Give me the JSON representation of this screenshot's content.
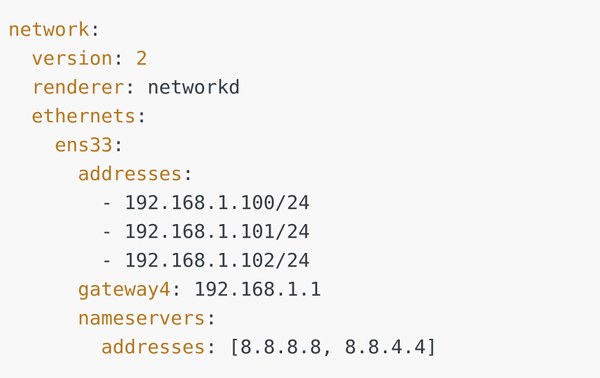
{
  "editor": {
    "language": "yaml",
    "file_kind": "netplan-network-configuration",
    "background_color": "#f8f8f8",
    "key_color": "#b5761f",
    "value_color": "#343a40",
    "number_color": "#b5761f",
    "punctuation_color": "#343a40"
  },
  "document": {
    "lines": [
      {
        "indent": "",
        "tokens": [
          {
            "type": "key",
            "text": "network"
          },
          {
            "type": "punct",
            "text": ":"
          }
        ]
      },
      {
        "indent": "  ",
        "tokens": [
          {
            "type": "key",
            "text": "version"
          },
          {
            "type": "punct",
            "text": ": "
          },
          {
            "type": "num",
            "text": "2"
          }
        ]
      },
      {
        "indent": "  ",
        "tokens": [
          {
            "type": "key",
            "text": "renderer"
          },
          {
            "type": "punct",
            "text": ": "
          },
          {
            "type": "val",
            "text": "networkd"
          }
        ]
      },
      {
        "indent": "  ",
        "tokens": [
          {
            "type": "key",
            "text": "ethernets"
          },
          {
            "type": "punct",
            "text": ":"
          }
        ]
      },
      {
        "indent": "    ",
        "tokens": [
          {
            "type": "key",
            "text": "ens33"
          },
          {
            "type": "punct",
            "text": ":"
          }
        ]
      },
      {
        "indent": "      ",
        "tokens": [
          {
            "type": "key",
            "text": "addresses"
          },
          {
            "type": "punct",
            "text": ":"
          }
        ]
      },
      {
        "indent": "        ",
        "tokens": [
          {
            "type": "dash",
            "text": "- "
          },
          {
            "type": "val",
            "text": "192.168.1.100/24"
          }
        ]
      },
      {
        "indent": "        ",
        "tokens": [
          {
            "type": "dash",
            "text": "- "
          },
          {
            "type": "val",
            "text": "192.168.1.101/24"
          }
        ]
      },
      {
        "indent": "        ",
        "tokens": [
          {
            "type": "dash",
            "text": "- "
          },
          {
            "type": "val",
            "text": "192.168.1.102/24"
          }
        ]
      },
      {
        "indent": "      ",
        "tokens": [
          {
            "type": "key",
            "text": "gateway4"
          },
          {
            "type": "punct",
            "text": ": "
          },
          {
            "type": "val",
            "text": "192.168.1.1"
          }
        ]
      },
      {
        "indent": "      ",
        "tokens": [
          {
            "type": "key",
            "text": "nameservers"
          },
          {
            "type": "punct",
            "text": ":"
          }
        ]
      },
      {
        "indent": "        ",
        "tokens": [
          {
            "type": "key",
            "text": "addresses"
          },
          {
            "type": "punct",
            "text": ": "
          },
          {
            "type": "val",
            "text": "[8.8.8.8, 8.8.4.4]"
          }
        ]
      }
    ]
  },
  "config_data": {
    "network": {
      "version": 2,
      "renderer": "networkd",
      "ethernets": {
        "ens33": {
          "addresses": [
            "192.168.1.100/24",
            "192.168.1.101/24",
            "192.168.1.102/24"
          ],
          "gateway4": "192.168.1.1",
          "nameservers": {
            "addresses": [
              "8.8.8.8",
              "8.8.4.4"
            ]
          }
        }
      }
    }
  }
}
